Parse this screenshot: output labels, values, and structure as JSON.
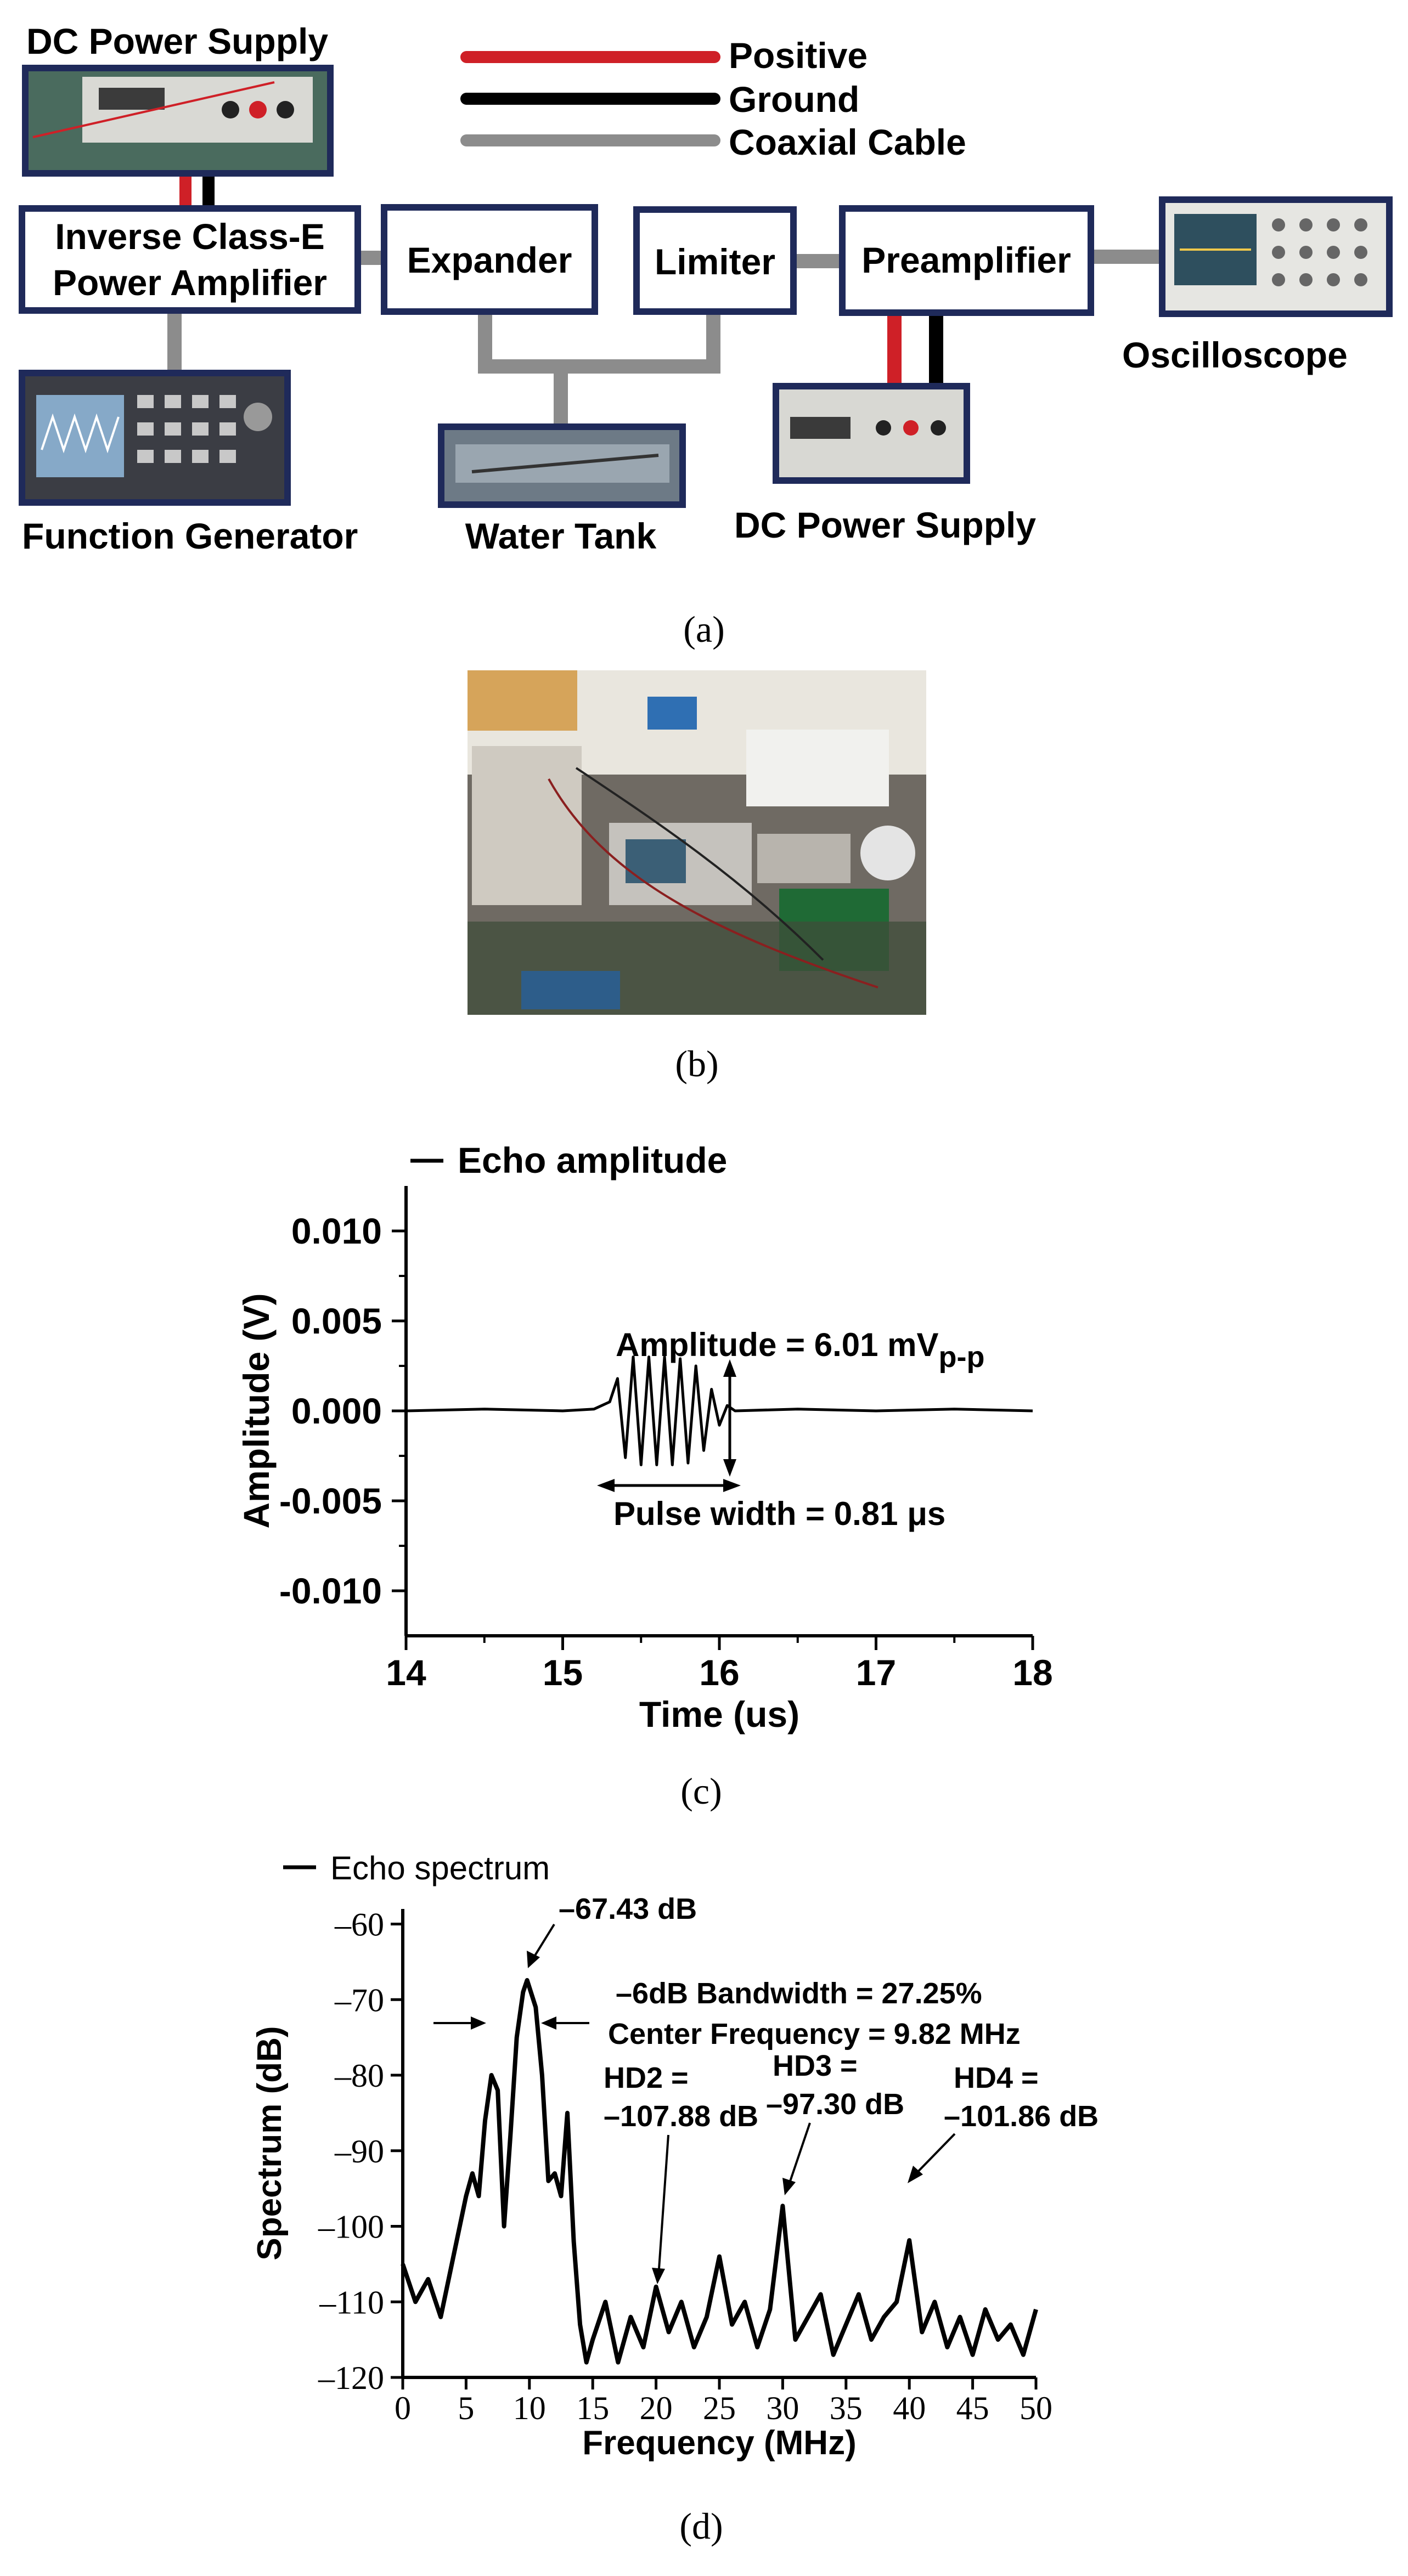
{
  "panel_a": {
    "legend": [
      {
        "label": "Positive",
        "color": "#cf2027"
      },
      {
        "label": "Ground",
        "color": "#000000"
      },
      {
        "label": "Coaxial Cable",
        "color": "#8c8c8c"
      }
    ],
    "dc_power_supply_top": "DC Power Supply",
    "amplifier": [
      "Inverse Class-E",
      "Power Amplifier"
    ],
    "expander": "Expander",
    "limiter": "Limiter",
    "preamplifier": "Preamplifier",
    "oscilloscope": "Oscilloscope",
    "function_generator": "Function Generator",
    "water_tank": "Water Tank",
    "dc_power_supply_bottom": "DC Power Supply",
    "box_border_color": "#1f2a5a",
    "caption": "(a)"
  },
  "panel_b": {
    "caption": "(b)"
  },
  "panel_c": {
    "caption": "(c)",
    "annotations": {
      "amplitude_main": "Amplitude = 6.01 mV",
      "amplitude_sub": "p-p",
      "pulse_width": "Pulse width = 0.81 μs"
    }
  },
  "panel_d": {
    "caption": "(d)",
    "annotations": {
      "peak": "–67.43 dB",
      "bandwidth": "–6dB Bandwidth = 27.25%",
      "center_frequency": "Center Frequency = 9.82 MHz",
      "hd2_label": "HD2 =",
      "hd2_value": "–107.88 dB",
      "hd3_label": "HD3 =",
      "hd3_value": "–97.30 dB",
      "hd4_label": "HD4 =",
      "hd4_value": "–101.86 dB"
    }
  },
  "chart_data": [
    {
      "type": "line",
      "title": "",
      "xlabel": "Time (us)",
      "ylabel": "Amplitude (V)",
      "xlim": [
        14,
        18
      ],
      "ylim": [
        -0.0125,
        0.0125
      ],
      "xticks": [
        "14",
        "15",
        "16",
        "17",
        "18"
      ],
      "yticks": [
        "0.010",
        "0.005",
        "0.000",
        "-0.005",
        "-0.010"
      ],
      "grid": false,
      "legend_position": "top-left",
      "series": [
        {
          "name": "Echo amplitude",
          "color": "#000000",
          "x": [
            14.0,
            14.5,
            15.0,
            15.2,
            15.3,
            15.35,
            15.4,
            15.45,
            15.5,
            15.55,
            15.6,
            15.65,
            15.7,
            15.75,
            15.8,
            15.85,
            15.9,
            15.95,
            16.0,
            16.05,
            16.1,
            16.5,
            17.0,
            17.5,
            18.0
          ],
          "y": [
            0.0,
            0.0001,
            0.0,
            0.0001,
            0.0005,
            0.0018,
            -0.0026,
            0.003,
            -0.003,
            0.003,
            -0.003,
            0.003,
            -0.003,
            0.0029,
            -0.0029,
            0.0025,
            -0.0022,
            0.0012,
            -0.0008,
            0.0003,
            0.0,
            0.0001,
            0.0,
            0.0001,
            0.0
          ]
        }
      ]
    },
    {
      "type": "line",
      "title": "",
      "xlabel": "Frequency (MHz)",
      "ylabel": "Spectrum (dB)",
      "xlim": [
        0,
        50
      ],
      "ylim": [
        -120,
        -58
      ],
      "xticks": [
        "0",
        "5",
        "10",
        "15",
        "20",
        "25",
        "30",
        "35",
        "40",
        "45",
        "50"
      ],
      "yticks": [
        "–60",
        "–70",
        "–80",
        "–90",
        "–100",
        "–110",
        "–120"
      ],
      "grid": false,
      "legend_position": "top-left",
      "series": [
        {
          "name": "Echo spectrum",
          "color": "#000000",
          "x": [
            0,
            1,
            2,
            3,
            4,
            5,
            5.5,
            6,
            6.5,
            7,
            7.5,
            8,
            8.5,
            9,
            9.5,
            9.82,
            10.5,
            11,
            11.5,
            12,
            12.5,
            13,
            13.5,
            14,
            14.5,
            15,
            16,
            17,
            18,
            19,
            20,
            21,
            22,
            23,
            24,
            25,
            26,
            27,
            28,
            29,
            30,
            31,
            32,
            33,
            34,
            35,
            36,
            37,
            38,
            39,
            40,
            41,
            42,
            43,
            44,
            45,
            46,
            47,
            48,
            49,
            50
          ],
          "y": [
            -105,
            -110,
            -107,
            -112,
            -104,
            -96,
            -93,
            -96,
            -86,
            -80,
            -82,
            -100,
            -88,
            -75,
            -69,
            -67.43,
            -71,
            -80,
            -94,
            -93,
            -96,
            -85,
            -102,
            -113,
            -118,
            -115,
            -110,
            -118,
            -112,
            -116,
            -108,
            -114,
            -110,
            -116,
            -112,
            -104,
            -113,
            -110,
            -116,
            -111,
            -97.3,
            -115,
            -112,
            -109,
            -117,
            -113,
            -109,
            -115,
            -112,
            -110,
            -101.86,
            -114,
            -110,
            -116,
            -112,
            -117,
            -111,
            -115,
            -113,
            -117,
            -111
          ]
        }
      ]
    }
  ]
}
